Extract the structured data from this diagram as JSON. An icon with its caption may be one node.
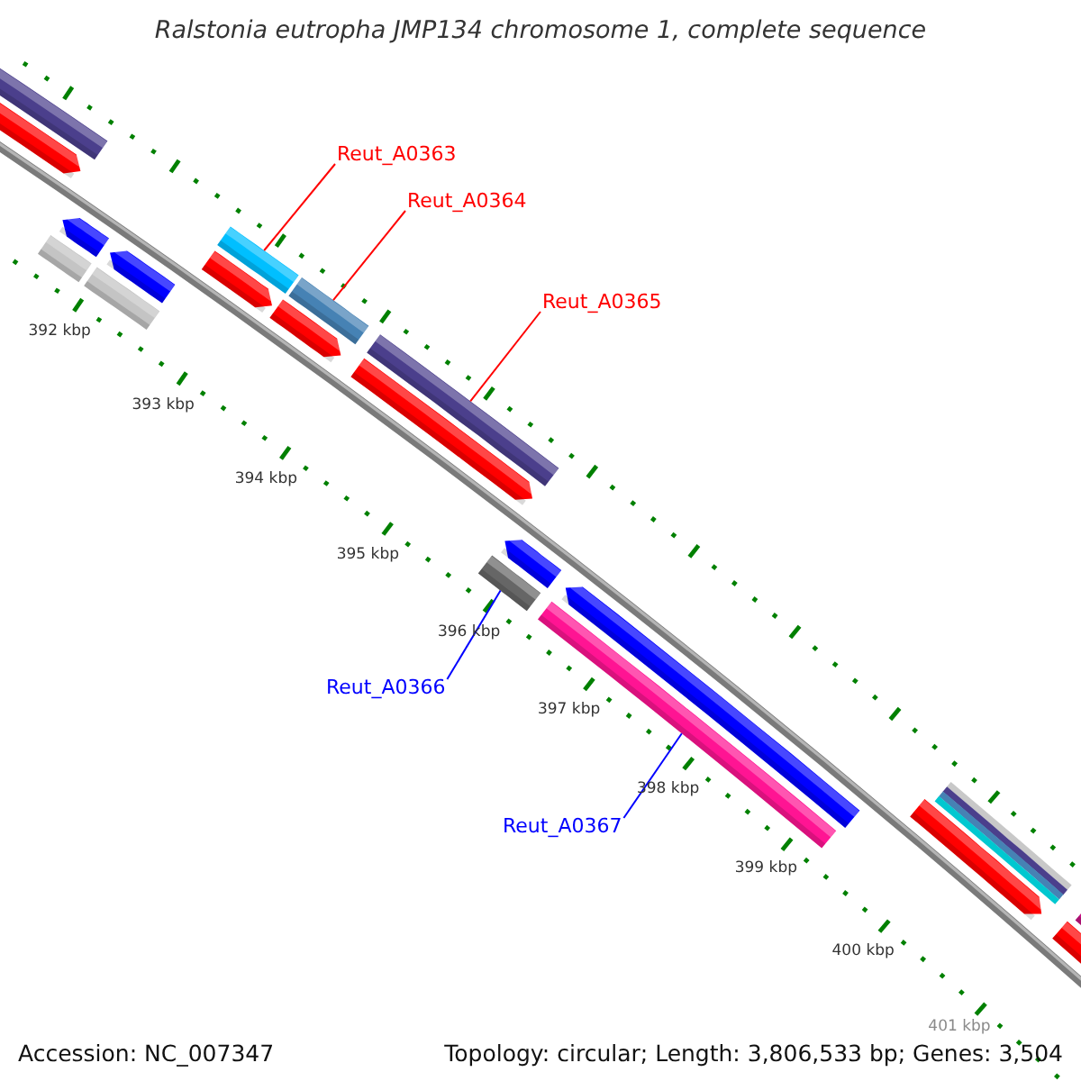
{
  "diagram": {
    "title": "Ralstonia eutropha JMP134 chromosome 1, complete sequence",
    "nodes": [
      {
        "text": [
          "Reut_A0363"
        ]
      },
      {
        "text": [],
        "shape": "bar"
      },
      {
        "text": [
          "Reut_A0364"
        ]
      },
      {
        "text": [],
        "shape": "bar"
      },
      {
        "text": [
          "Reut_A0365"
        ]
      },
      {
        "text": [],
        "shape": "bar"
      },
      {
        "text": [
          "Reut_A0366"
        ]
      },
      {
        "text": [],
        "shape": "bar"
      },
      {
        "text": [
          "Reut_A0367"
        ]
      },
      {
        "text": [],
        "shape": "bar"
      }
    ],
    "edges": [
      {
        "from": 0,
        "to": 1,
        "arrow": "none"
      },
      {
        "from": 2,
        "to": 3,
        "arrow": "none"
      },
      {
        "from": 4,
        "to": 5,
        "arrow": "none"
      },
      {
        "from": 6,
        "to": 7,
        "arrow": "none",
        "color": "#0000ff"
      },
      {
        "from": 8,
        "to": 9,
        "arrow": "none",
        "color": "#0000ff"
      }
    ],
    "labels": [
      "392 kbp",
      "393 kbp",
      "394 kbp",
      "395 kbp",
      "396 kbp",
      "397 kbp",
      "398 kbp",
      "399 kbp",
      "400 kbp",
      "401 kbp",
      "Accession: NC_007347",
      "Topology: circular; Length: 3,806,533 bp; Genes: 3,504"
    ]
  }
}
